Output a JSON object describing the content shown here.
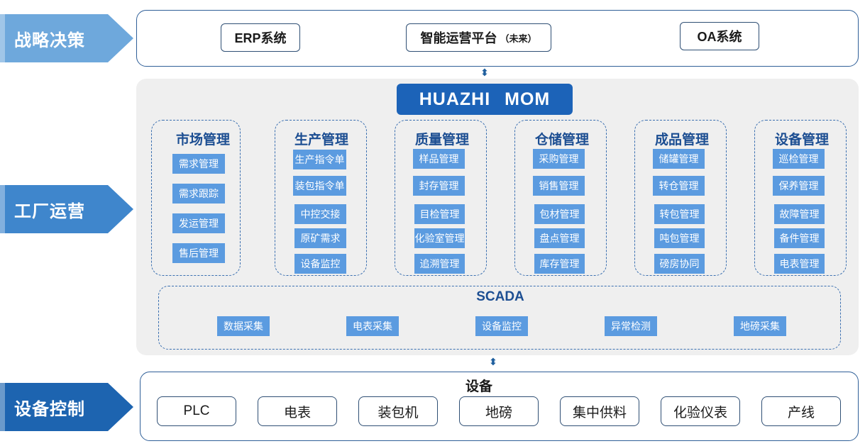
{
  "tiers": {
    "strategy": "战略决策",
    "operations": "工厂运营",
    "control": "设备控制"
  },
  "colors": {
    "tier_strategy": "#6ea8dc",
    "tier_operations": "#3f86cc",
    "tier_control": "#1d64b0",
    "mom_title_bg": "#1c63b8",
    "item_bg": "#5b9be0",
    "module_title": "#1c4e92"
  },
  "strategy": {
    "erp": "ERP系统",
    "platform": "智能运营平台",
    "platform_note": "（未来）",
    "oa": "OA系统"
  },
  "mom": {
    "title": "HUAZHI MOM",
    "modules": [
      {
        "title": "市场管理",
        "items": [
          "需求管理",
          "需求跟踪",
          "发运管理",
          "售后管理"
        ]
      },
      {
        "title": "生产管理",
        "items": [
          "生产指令单",
          "装包指令单",
          "中控交接",
          "原矿需求",
          "设备监控"
        ]
      },
      {
        "title": "质量管理",
        "items": [
          "样品管理",
          "封存管理",
          "目检管理",
          "化验室管理",
          "追溯管理"
        ]
      },
      {
        "title": "仓储管理",
        "items": [
          "采购管理",
          "销售管理",
          "包材管理",
          "盘点管理",
          "库存管理"
        ]
      },
      {
        "title": "成品管理",
        "items": [
          "储罐管理",
          "转仓管理",
          "转包管理",
          "吨包管理",
          "磅房协同"
        ]
      },
      {
        "title": "设备管理",
        "items": [
          "巡检管理",
          "保养管理",
          "故障管理",
          "备件管理",
          "电表管理"
        ]
      }
    ]
  },
  "scada": {
    "title": "SCADA",
    "items": [
      "数据采集",
      "电表采集",
      "设备监控",
      "异常检测",
      "地磅采集"
    ]
  },
  "equipment": {
    "title": "设备",
    "items": [
      "PLC",
      "电表",
      "装包机",
      "地磅",
      "集中供料",
      "化验仪表",
      "产线"
    ]
  }
}
